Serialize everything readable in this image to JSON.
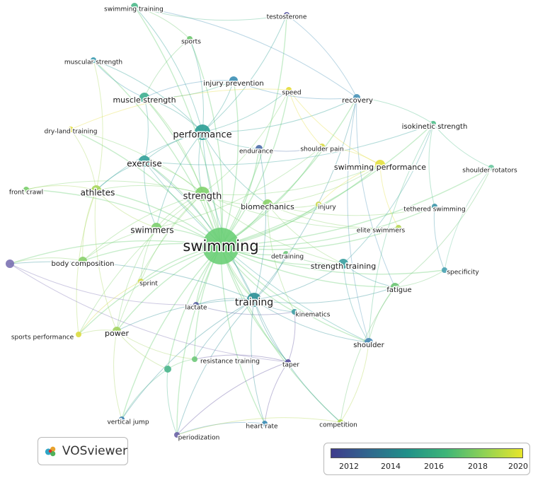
{
  "nodes": [
    {
      "id": "swimming",
      "label": "swimming",
      "color": "#6ccf77",
      "fs": 21
    },
    {
      "id": "performance",
      "label": "performance",
      "color": "#2a9d93",
      "fs": 13
    },
    {
      "id": "strength",
      "label": "strength",
      "color": "#7fd16c",
      "fs": 13
    },
    {
      "id": "training",
      "label": "training",
      "color": "#2b8f96",
      "fs": 14
    },
    {
      "id": "swimmers",
      "label": "swimmers",
      "color": "#7dcf6f",
      "fs": 12
    },
    {
      "id": "athletes",
      "label": "athletes",
      "color": "#a9d75c",
      "fs": 12
    },
    {
      "id": "exercise",
      "label": "exercise",
      "color": "#33a19a",
      "fs": 12
    },
    {
      "id": "biomechanics",
      "label": "biomechanics",
      "color": "#8ad267",
      "fs": 11
    },
    {
      "id": "muscle-strength",
      "label": "muscle strength",
      "color": "#3faf90",
      "fs": 11
    },
    {
      "id": "strength-training",
      "label": "strength training",
      "color": "#3a9ea0",
      "fs": 11
    },
    {
      "id": "power",
      "label": "power",
      "color": "#a2d35f",
      "fs": 11
    },
    {
      "id": "body-composition",
      "label": "body composition",
      "color": "#88cf6b",
      "fs": 10
    },
    {
      "id": "swimming-performance",
      "label": "swimming performance",
      "color": "#e2e03e",
      "fs": 11
    },
    {
      "id": "fatigue",
      "label": "fatigue",
      "color": "#6cc472",
      "fs": 10
    },
    {
      "id": "shoulder",
      "label": "shoulder",
      "color": "#4d8ab5",
      "fs": 10
    },
    {
      "id": "recovery",
      "label": "recovery",
      "color": "#4a94b7",
      "fs": 10
    },
    {
      "id": "isokinetic-strength",
      "label": "isokinetic strength",
      "color": "#4fbe8a",
      "fs": 10
    },
    {
      "id": "injury-prevention",
      "label": "injury prevention",
      "color": "#3c8fb5",
      "fs": 10
    },
    {
      "id": "speed",
      "label": "speed",
      "color": "#e4dc3a",
      "fs": 9
    },
    {
      "id": "endurance",
      "label": "endurance",
      "color": "#4c6ea9",
      "fs": 9
    },
    {
      "id": "shoulder-pain",
      "label": "shoulder pain",
      "color": "#d9db48",
      "fs": 9
    },
    {
      "id": "sports",
      "label": "sports",
      "color": "#6ec770",
      "fs": 9
    },
    {
      "id": "swimming-training",
      "label": "swimming training",
      "color": "#4eb98b",
      "fs": 9
    },
    {
      "id": "testosterone",
      "label": "testosterone",
      "color": "#5c5aa3",
      "fs": 9
    },
    {
      "id": "muscular-strength",
      "label": "muscular strength",
      "color": "#3c9bb0",
      "fs": 9
    },
    {
      "id": "dry-land-training",
      "label": "dry-land training",
      "color": "#e0dc3a",
      "fs": 9
    },
    {
      "id": "front-crawl",
      "label": "front crawl",
      "color": "#7bce6b",
      "fs": 9
    },
    {
      "id": "shoulder-rotators",
      "label": "shoulder rotators",
      "color": "#6bc7a0",
      "fs": 9
    },
    {
      "id": "tethered-swimming",
      "label": "tethered swimming",
      "color": "#3f97ab",
      "fs": 9
    },
    {
      "id": "injury",
      "label": "injury",
      "color": "#cbd850",
      "fs": 9
    },
    {
      "id": "elite-swimmers",
      "label": "elite swimmers",
      "color": "#b6d656",
      "fs": 9
    },
    {
      "id": "detraining",
      "label": "detraining",
      "color": "#6fc57a",
      "fs": 9
    },
    {
      "id": "specificity",
      "label": "specificity",
      "color": "#4aa2b2",
      "fs": 9
    },
    {
      "id": "sprint",
      "label": "sprint",
      "color": "#d3d848",
      "fs": 9
    },
    {
      "id": "lactate",
      "label": "lactate",
      "color": "#5a5fa2",
      "fs": 9
    },
    {
      "id": "kinematics",
      "label": "kinematics",
      "color": "#3f9fa5",
      "fs": 9
    },
    {
      "id": "sports-performance",
      "label": "sports performance",
      "color": "#dcdb40",
      "fs": 9
    },
    {
      "id": "resistance-training",
      "label": "resistance training",
      "color": "#6fc87a",
      "fs": 9
    },
    {
      "id": "taper",
      "label": "taper",
      "color": "#5b4f9e",
      "fs": 9
    },
    {
      "id": "vertical-jump",
      "label": "vertical jump",
      "color": "#3c7fb1",
      "fs": 9
    },
    {
      "id": "periodization",
      "label": "periodization",
      "color": "#6b63a6",
      "fs": 9
    },
    {
      "id": "heart-rate",
      "label": "heart rate",
      "color": "#3b8cb5",
      "fs": 9
    },
    {
      "id": "competition",
      "label": "competition",
      "color": "#b3d852",
      "fs": 9
    },
    {
      "id": "purple-dot",
      "label": "",
      "color": "#7b71b3",
      "fs": 9
    },
    {
      "id": "green-dot",
      "label": "",
      "color": "#49b58b",
      "fs": 9
    }
  ],
  "edges": [
    [
      "swimming",
      "performance"
    ],
    [
      "swimming",
      "strength"
    ],
    [
      "swimming",
      "training"
    ],
    [
      "swimming",
      "swimmers"
    ],
    [
      "swimming",
      "athletes"
    ],
    [
      "swimming",
      "exercise"
    ],
    [
      "swimming",
      "biomechanics"
    ],
    [
      "swimming",
      "muscle-strength"
    ],
    [
      "swimming",
      "strength-training"
    ],
    [
      "swimming",
      "power"
    ],
    [
      "swimming",
      "body-composition"
    ],
    [
      "swimming",
      "swimming-performance"
    ],
    [
      "swimming",
      "fatigue"
    ],
    [
      "swimming",
      "shoulder"
    ],
    [
      "swimming",
      "recovery"
    ],
    [
      "swimming",
      "isokinetic-strength"
    ],
    [
      "swimming",
      "injury-prevention"
    ],
    [
      "swimming",
      "speed"
    ],
    [
      "swimming",
      "endurance"
    ],
    [
      "swimming",
      "shoulder-pain"
    ],
    [
      "swimming",
      "sports"
    ],
    [
      "swimming",
      "swimming-training"
    ],
    [
      "swimming",
      "muscular-strength"
    ],
    [
      "swimming",
      "dry-land-training"
    ],
    [
      "swimming",
      "front-crawl"
    ],
    [
      "swimming",
      "shoulder-rotators"
    ],
    [
      "swimming",
      "tethered-swimming"
    ],
    [
      "swimming",
      "injury"
    ],
    [
      "swimming",
      "elite-swimmers"
    ],
    [
      "swimming",
      "detraining"
    ],
    [
      "swimming",
      "specificity"
    ],
    [
      "swimming",
      "sprint"
    ],
    [
      "swimming",
      "lactate"
    ],
    [
      "swimming",
      "kinematics"
    ],
    [
      "swimming",
      "sports-performance"
    ],
    [
      "swimming",
      "resistance-training"
    ],
    [
      "swimming",
      "taper"
    ],
    [
      "swimming",
      "vertical-jump"
    ],
    [
      "swimming",
      "periodization"
    ],
    [
      "swimming",
      "heart-rate"
    ],
    [
      "swimming",
      "competition"
    ],
    [
      "swimming",
      "purple-dot"
    ],
    [
      "swimming",
      "green-dot"
    ],
    [
      "swimming",
      "testosterone"
    ],
    [
      "performance",
      "strength"
    ],
    [
      "performance",
      "training"
    ],
    [
      "performance",
      "exercise"
    ],
    [
      "performance",
      "muscle-strength"
    ],
    [
      "performance",
      "injury-prevention"
    ],
    [
      "performance",
      "sports"
    ],
    [
      "performance",
      "swimming-training"
    ],
    [
      "performance",
      "endurance"
    ],
    [
      "performance",
      "recovery"
    ],
    [
      "performance",
      "athletes"
    ],
    [
      "performance",
      "biomechanics"
    ],
    [
      "performance",
      "swimmers"
    ],
    [
      "performance",
      "speed"
    ],
    [
      "performance",
      "muscular-strength"
    ],
    [
      "performance",
      "testosterone"
    ],
    [
      "strength",
      "training"
    ],
    [
      "strength",
      "athletes"
    ],
    [
      "strength",
      "power"
    ],
    [
      "strength",
      "swimmers"
    ],
    [
      "strength",
      "biomechanics"
    ],
    [
      "strength",
      "muscle-strength"
    ],
    [
      "strength",
      "exercise"
    ],
    [
      "strength",
      "strength-training"
    ],
    [
      "strength",
      "body-composition"
    ],
    [
      "strength",
      "dry-land-training"
    ],
    [
      "strength",
      "front-crawl"
    ],
    [
      "strength",
      "sprint"
    ],
    [
      "strength",
      "sports-performance"
    ],
    [
      "strength",
      "swimming-performance"
    ],
    [
      "strength",
      "elite-swimmers"
    ],
    [
      "strength",
      "speed"
    ],
    [
      "training",
      "lactate"
    ],
    [
      "training",
      "taper"
    ],
    [
      "training",
      "heart-rate"
    ],
    [
      "training",
      "periodization"
    ],
    [
      "training",
      "resistance-training"
    ],
    [
      "training",
      "kinematics"
    ],
    [
      "training",
      "fatigue"
    ],
    [
      "training",
      "strength-training"
    ],
    [
      "training",
      "detraining"
    ],
    [
      "training",
      "shoulder"
    ],
    [
      "training",
      "exercise"
    ],
    [
      "training",
      "recovery"
    ],
    [
      "training",
      "endurance"
    ],
    [
      "training",
      "power"
    ],
    [
      "training",
      "competition"
    ],
    [
      "training",
      "vertical-jump"
    ],
    [
      "training",
      "purple-dot"
    ],
    [
      "exercise",
      "muscle-strength"
    ],
    [
      "exercise",
      "athletes"
    ],
    [
      "exercise",
      "swimmers"
    ],
    [
      "exercise",
      "shoulder"
    ],
    [
      "exercise",
      "isokinetic-strength"
    ],
    [
      "athletes",
      "body-composition"
    ],
    [
      "athletes",
      "power"
    ],
    [
      "athletes",
      "sports-performance"
    ],
    [
      "athletes",
      "dry-land-training"
    ],
    [
      "athletes",
      "front-crawl"
    ],
    [
      "athletes",
      "swimmers"
    ],
    [
      "athletes",
      "muscular-strength"
    ],
    [
      "swimmers",
      "body-composition"
    ],
    [
      "swimmers",
      "sprint"
    ],
    [
      "swimmers",
      "power"
    ],
    [
      "swimmers",
      "shoulder-pain"
    ],
    [
      "biomechanics",
      "strength-training"
    ],
    [
      "biomechanics",
      "kinematics"
    ],
    [
      "biomechanics",
      "injury"
    ],
    [
      "biomechanics",
      "swimming-performance"
    ],
    [
      "biomechanics",
      "tethered-swimming"
    ],
    [
      "biomechanics",
      "elite-swimmers"
    ],
    [
      "strength-training",
      "fatigue"
    ],
    [
      "strength-training",
      "shoulder"
    ],
    [
      "strength-training",
      "isokinetic-strength"
    ],
    [
      "fatigue",
      "shoulder"
    ],
    [
      "fatigue",
      "specificity"
    ],
    [
      "fatigue",
      "shoulder-rotators"
    ],
    [
      "fatigue",
      "competition"
    ],
    [
      "isokinetic-strength",
      "shoulder-rotators"
    ],
    [
      "isokinetic-strength",
      "shoulder"
    ],
    [
      "isokinetic-strength",
      "recovery"
    ],
    [
      "isokinetic-strength",
      "tethered-swimming"
    ],
    [
      "shoulder-rotators",
      "specificity"
    ],
    [
      "recovery",
      "swimming-training"
    ],
    [
      "recovery",
      "testosterone"
    ],
    [
      "recovery",
      "shoulder"
    ],
    [
      "recovery",
      "fatigue"
    ],
    [
      "swimming-performance",
      "shoulder-pain"
    ],
    [
      "swimming-performance",
      "injury"
    ],
    [
      "swimming-performance",
      "elite-swimmers"
    ],
    [
      "speed",
      "shoulder-pain"
    ],
    [
      "speed",
      "swimming-performance"
    ],
    [
      "speed",
      "dry-land-training"
    ],
    [
      "power",
      "vertical-jump"
    ],
    [
      "power",
      "sports-performance"
    ],
    [
      "power",
      "resistance-training"
    ],
    [
      "power",
      "green-dot"
    ],
    [
      "body-composition",
      "purple-dot"
    ],
    [
      "purple-dot",
      "lactate"
    ],
    [
      "purple-dot",
      "taper"
    ],
    [
      "taper",
      "kinematics"
    ],
    [
      "taper",
      "periodization"
    ],
    [
      "taper",
      "heart-rate"
    ],
    [
      "taper",
      "resistance-training"
    ],
    [
      "resistance-training",
      "green-dot"
    ],
    [
      "green-dot",
      "periodization"
    ],
    [
      "green-dot",
      "vertical-jump"
    ],
    [
      "heart-rate",
      "periodization"
    ],
    [
      "competition",
      "periodization"
    ],
    [
      "competition",
      "shoulder"
    ],
    [
      "sports",
      "swimming-training"
    ],
    [
      "sports",
      "muscle-strength"
    ],
    [
      "muscular-strength",
      "muscle-strength"
    ],
    [
      "injury-prevention",
      "recovery"
    ],
    [
      "injury-prevention",
      "muscle-strength"
    ],
    [
      "endurance",
      "shoulder-pain"
    ],
    [
      "detraining",
      "strength-training"
    ],
    [
      "lactate",
      "kinematics"
    ],
    [
      "sprint",
      "sports-performance"
    ],
    [
      "swimming-training",
      "testosterone"
    ],
    [
      "muscle-strength",
      "injury-prevention"
    ],
    [
      "tethered-swimming",
      "specificity"
    ]
  ],
  "legend": {
    "ticks": [
      "2012",
      "2014",
      "2016",
      "2018",
      "2020"
    ],
    "colors": [
      "#3e3b8c",
      "#30688e",
      "#219189",
      "#3eb578",
      "#8fd255",
      "#e7e52a"
    ]
  },
  "logo": {
    "text": "VOSviewer"
  }
}
